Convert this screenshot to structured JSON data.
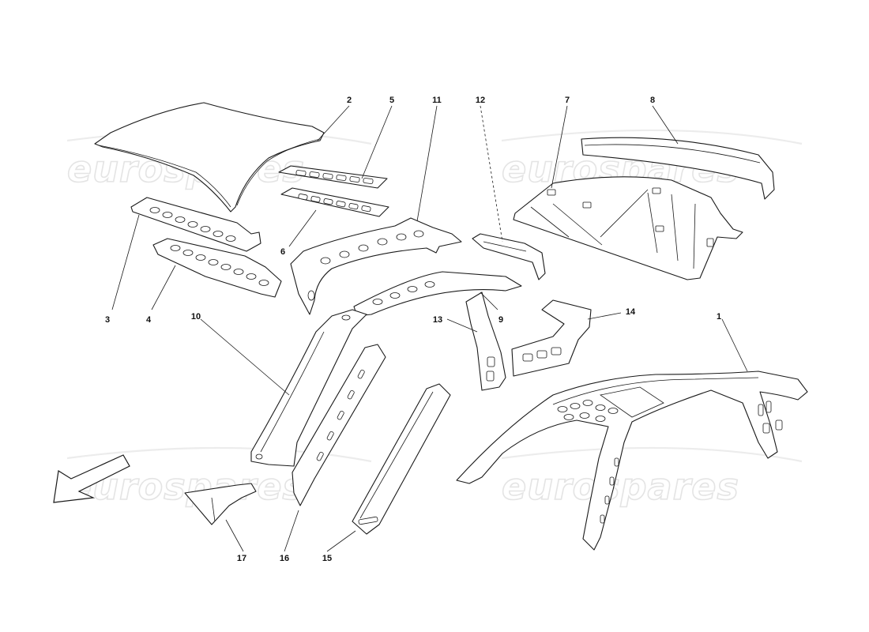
{
  "watermark": {
    "text": "eurospares"
  },
  "callouts": [
    {
      "id": "1",
      "label": "1"
    },
    {
      "id": "2",
      "label": "2"
    },
    {
      "id": "3",
      "label": "3"
    },
    {
      "id": "4",
      "label": "4"
    },
    {
      "id": "5",
      "label": "5"
    },
    {
      "id": "6",
      "label": "6"
    },
    {
      "id": "7",
      "label": "7"
    },
    {
      "id": "8",
      "label": "8"
    },
    {
      "id": "9",
      "label": "9"
    },
    {
      "id": "10",
      "label": "10"
    },
    {
      "id": "11",
      "label": "11"
    },
    {
      "id": "12",
      "label": "12"
    },
    {
      "id": "13",
      "label": "13"
    },
    {
      "id": "14",
      "label": "14"
    },
    {
      "id": "15",
      "label": "15"
    },
    {
      "id": "16",
      "label": "16"
    },
    {
      "id": "17",
      "label": "17"
    }
  ],
  "colors": {
    "line": "#1a1a1a",
    "watermark": "#e4e4e4",
    "background": "#ffffff"
  }
}
